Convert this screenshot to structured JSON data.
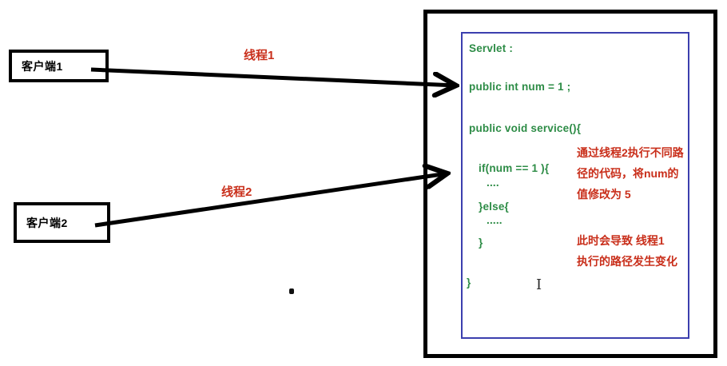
{
  "diagram": {
    "clients": [
      {
        "label": "客户端1"
      },
      {
        "label": "客户端2"
      }
    ],
    "threads": [
      {
        "label": "线程1"
      },
      {
        "label": "线程2"
      }
    ],
    "servlet_code": {
      "lines": [
        "Servlet :",
        "public int num = 1 ;",
        "public void service(){",
        "if(num == 1 ){",
        "....",
        "}else{",
        ".....",
        "}",
        "}"
      ]
    },
    "annotations": [
      {
        "lines": [
          "通过线程2执行不同路",
          "径的代码，将num的",
          "值修改为 5"
        ]
      },
      {
        "lines": [
          "此时会导致 线程1",
          "执行的路径发生变化"
        ]
      }
    ],
    "cursor_glyph": "I",
    "colors": {
      "code_green": "#2d8c46",
      "annotation_red": "#c92f1b",
      "inner_border_blue": "#3b3fae",
      "outline_black": "#000000"
    }
  }
}
